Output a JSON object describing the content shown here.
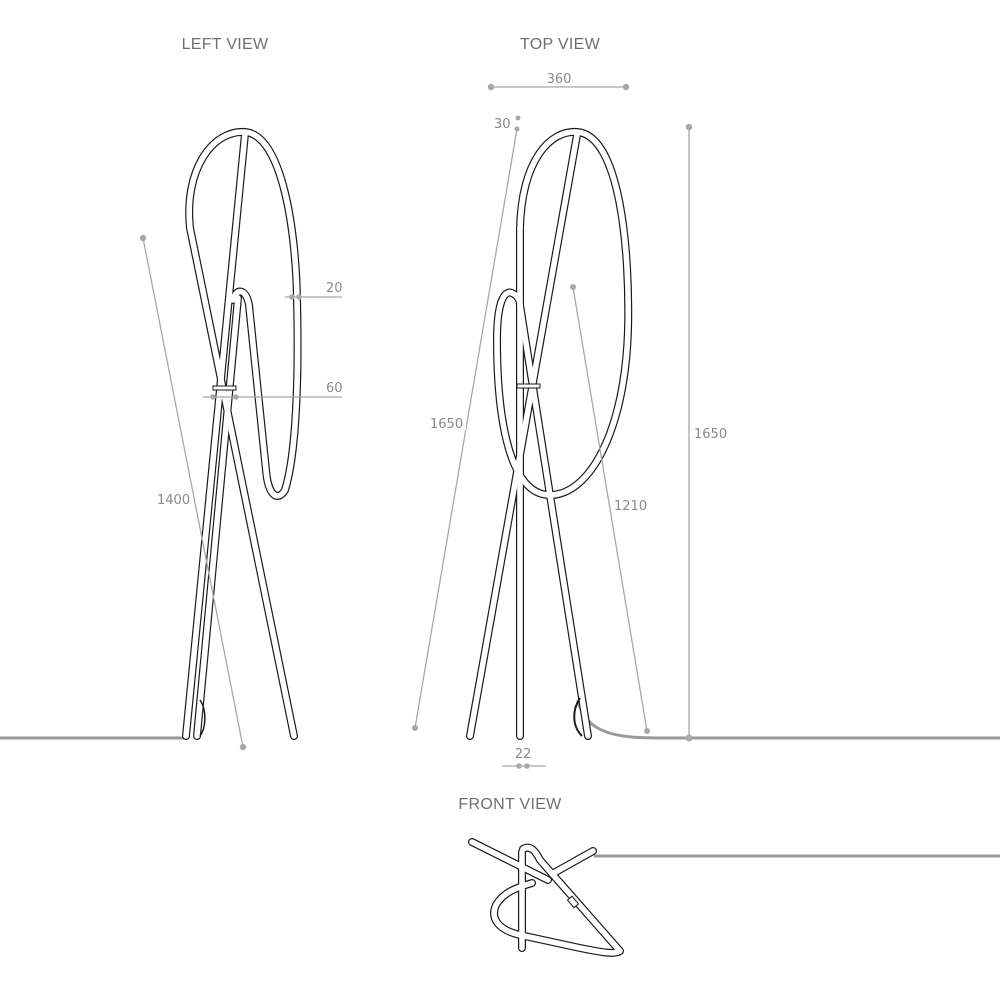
{
  "views": {
    "left": {
      "title": "LEFT VIEW",
      "dims": {
        "tube": "20",
        "ring": "60",
        "leg": "1400"
      }
    },
    "top": {
      "title": "TOP VIEW",
      "dims": {
        "width": "360",
        "offset": "30",
        "diag": "1650",
        "inner": "1210",
        "height": "1650",
        "base": "22"
      }
    },
    "front": {
      "title": "FRONT VIEW"
    }
  },
  "colors": {
    "line": "#1a1a1a",
    "dimension": "#a8a8a8",
    "text": "#8a8a8a"
  }
}
